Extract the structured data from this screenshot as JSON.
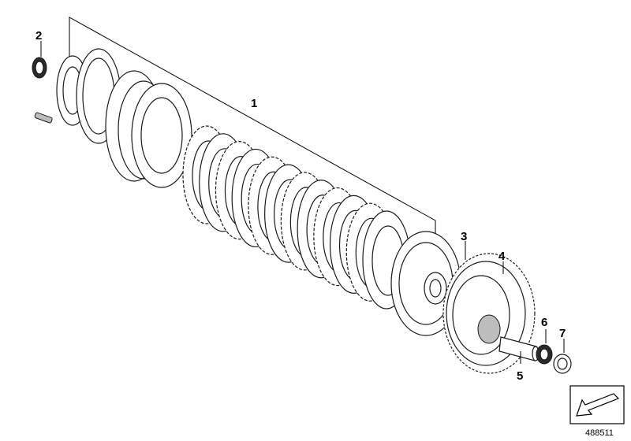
{
  "diagram": {
    "callouts": [
      "1",
      "2",
      "3",
      "4",
      "5",
      "6",
      "7"
    ],
    "part_number": "488511"
  },
  "icons": {
    "corner": "arrow-icon"
  }
}
